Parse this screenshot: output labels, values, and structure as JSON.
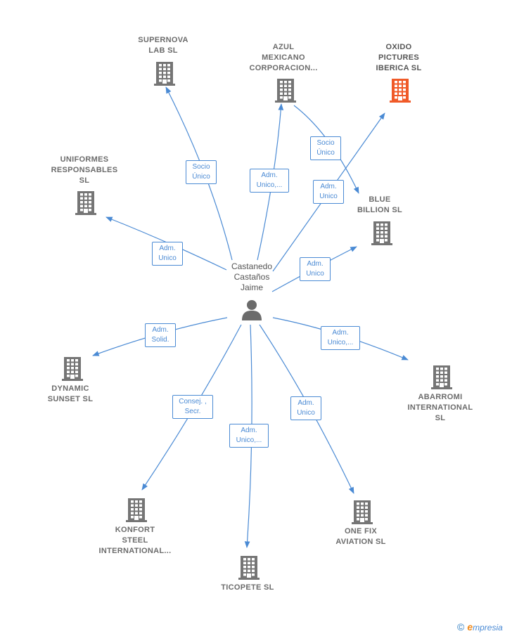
{
  "person": {
    "name": "Castanedo\nCastaños\nJaime"
  },
  "companies": [
    {
      "id": "supernova",
      "name": "SUPERNOVA\nLAB  SL",
      "highlight": false
    },
    {
      "id": "azul",
      "name": "AZUL\nMEXICANO\nCORPORACION...",
      "highlight": false
    },
    {
      "id": "oxido",
      "name": "OXIDO\nPICTURES\nIBERICA  SL",
      "highlight": true
    },
    {
      "id": "uniformes",
      "name": "UNIFORMES\nRESPONSABLES\nSL",
      "highlight": false
    },
    {
      "id": "blue",
      "name": "BLUE\nBILLION  SL",
      "highlight": false
    },
    {
      "id": "dynamic",
      "name": "DYNAMIC\nSUNSET SL",
      "highlight": false
    },
    {
      "id": "abarromi",
      "name": "ABARROMI\nINTERNATIONAL\nSL",
      "highlight": false
    },
    {
      "id": "konfort",
      "name": "KONFORT\nSTEEL\nINTERNATIONAL...",
      "highlight": false
    },
    {
      "id": "ticopete",
      "name": "TICOPETE  SL",
      "highlight": false
    },
    {
      "id": "onefix",
      "name": "ONE FIX\nAVIATION  SL",
      "highlight": false
    }
  ],
  "relations": [
    {
      "id": "r-supernova",
      "label": "Socio\nÚnico"
    },
    {
      "id": "r-azul",
      "label": "Adm.\nUnico,..."
    },
    {
      "id": "r-azul-blue",
      "label": "Socio\nÚnico"
    },
    {
      "id": "r-oxido",
      "label": "Adm.\nUnico"
    },
    {
      "id": "r-uniformes",
      "label": "Adm.\nUnico"
    },
    {
      "id": "r-blue",
      "label": "Adm.\nUnico"
    },
    {
      "id": "r-dynamic",
      "label": "Adm.\nSolid."
    },
    {
      "id": "r-abarromi",
      "label": "Adm.\nUnico,..."
    },
    {
      "id": "r-konfort",
      "label": "Consej. ,\nSecr."
    },
    {
      "id": "r-ticopete",
      "label": "Adm.\nUnico,..."
    },
    {
      "id": "r-onefix",
      "label": "Adm.\nUnico"
    }
  ],
  "colors": {
    "edge": "#4a8ad4",
    "building": "#757575",
    "building_highlight": "#f05a28",
    "person": "#6b6b6b"
  },
  "brand": {
    "copyright": "©",
    "name": "mpresia",
    "initial": "e"
  }
}
